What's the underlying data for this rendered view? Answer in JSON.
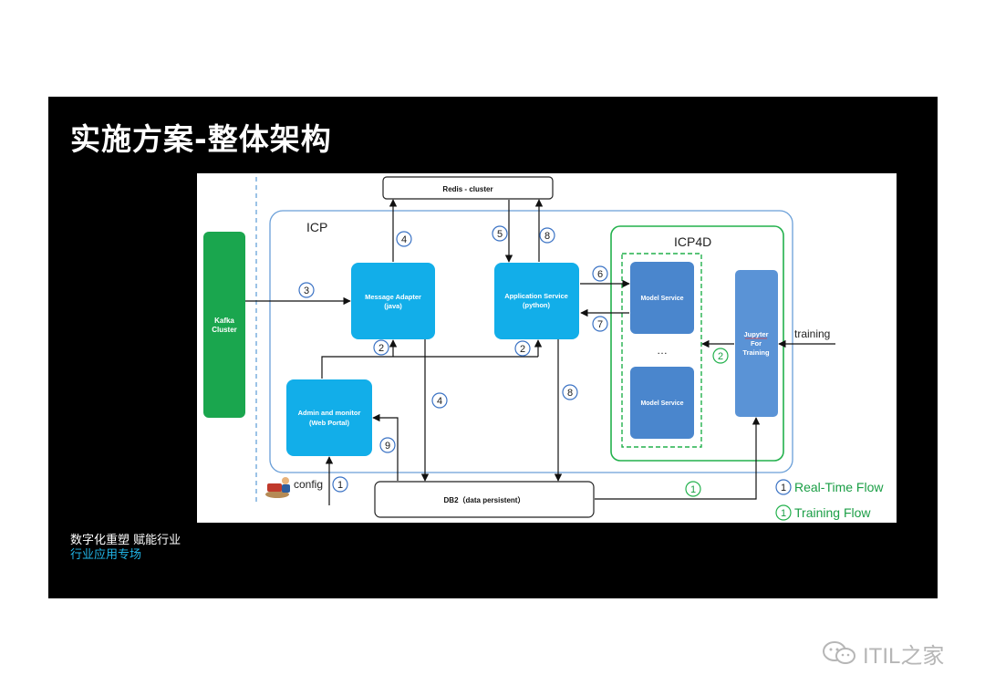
{
  "slide": {
    "title": "实施方案-整体架构",
    "tagline1": "数字化重塑 赋能行业",
    "tagline2": "行业应用专场"
  },
  "watermark": {
    "text": "ITIL之家",
    "icon": "wechat-icon"
  },
  "colors": {
    "cyan": "#12aee9",
    "green": "#1aa64e",
    "modelBlue": "#4a86cd",
    "icpBorder": "#6a9fd8",
    "icp4dBorder": "#22b14c"
  },
  "diagram": {
    "redis": "Redis - cluster",
    "icp_label": "ICP",
    "icp4d_label": "ICP4D",
    "kafka_line1": "Kafka",
    "kafka_line2": "Cluster",
    "adapter_line1": "Message Adapter",
    "adapter_line2": "(java)",
    "app_line1": "Application Service",
    "app_line2": "(python)",
    "admin_line1": "Admin and  monitor",
    "admin_line2": "(Web Portal)",
    "model1": "Model Service",
    "model2": "Model Service",
    "ellipsis": "…",
    "jupyter_line1": "Jupyter",
    "jupyter_line2": "For",
    "jupyter_line3": "Training",
    "training": "training",
    "config": "config",
    "db2": "DB2（data persistent）",
    "n1": "1",
    "n2a": "2",
    "n2b": "2",
    "n2g": "2",
    "n3": "3",
    "n4a": "4",
    "n4b": "4",
    "n5": "5",
    "n6": "6",
    "n7": "7",
    "n8a": "8",
    "n8b": "8",
    "n9": "9",
    "n1g": "1",
    "legend_num1": "1",
    "legend_num2": "1",
    "legend_realtime": "Real-Time Flow",
    "legend_training": "Training Flow"
  }
}
